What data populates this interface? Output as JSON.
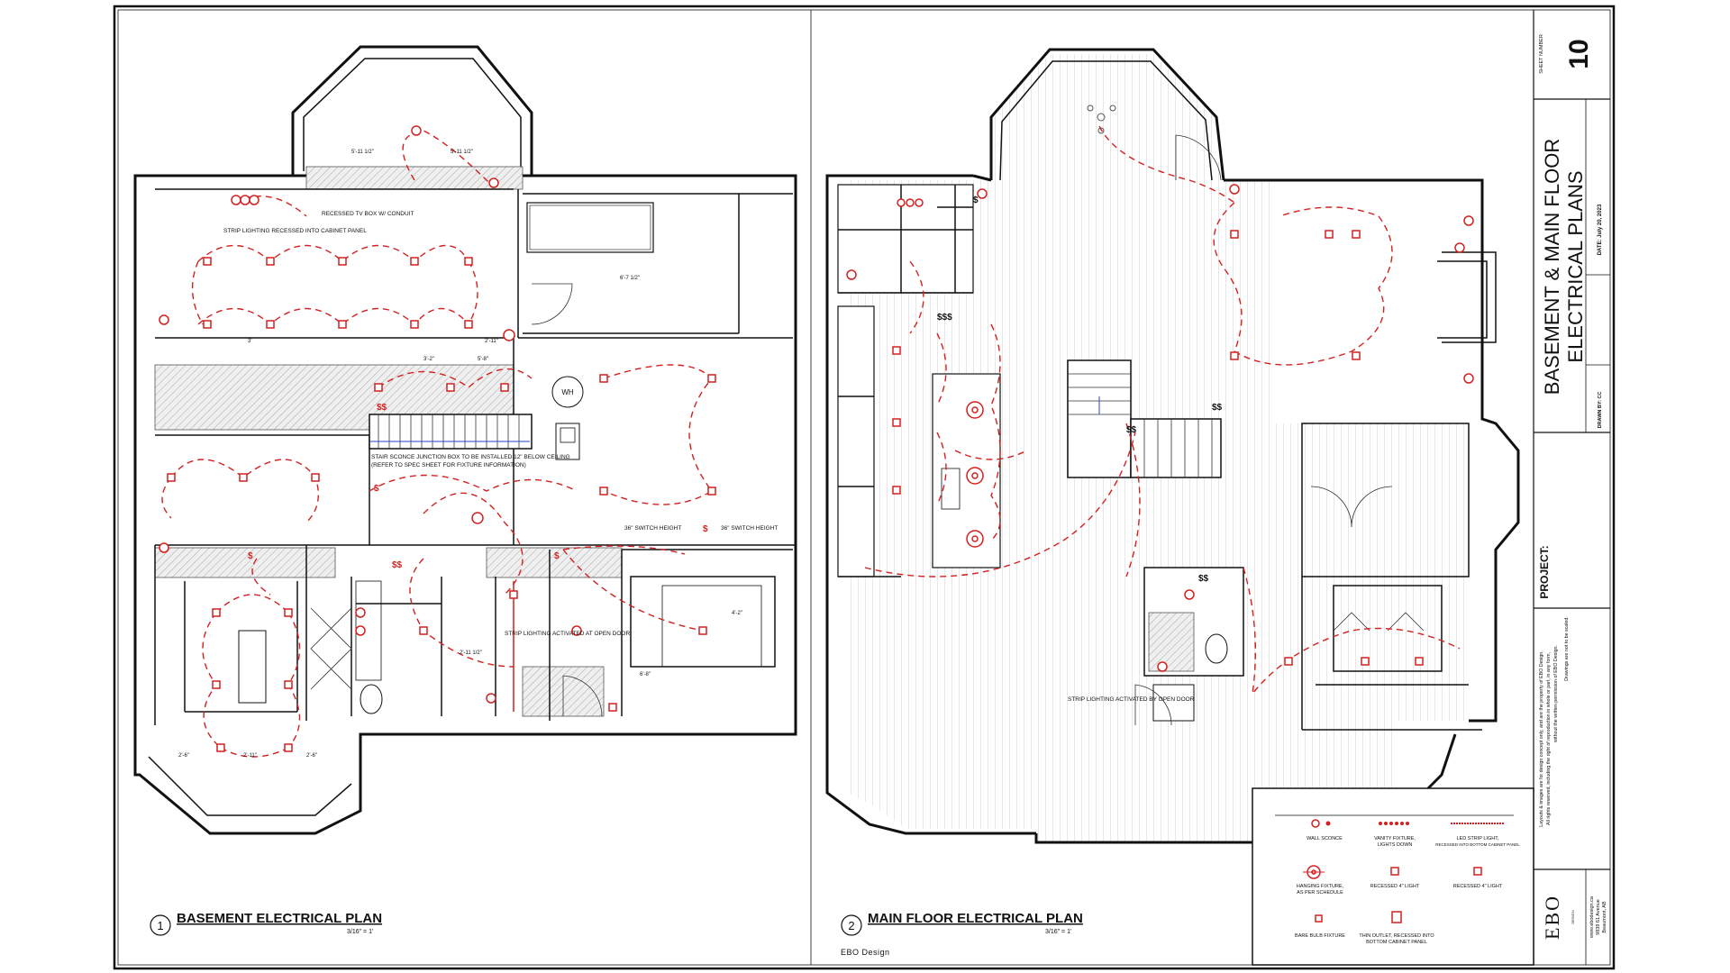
{
  "plans": {
    "basement": {
      "number": "1",
      "title": "BASEMENT ELECTRICAL PLAN",
      "scale": "3/16\" = 1'",
      "notes": {
        "tv_box": "RECESSED TV BOX W/ CONDUIT",
        "strip_cabinet": "STRIP LIGHTING RECESSED INTO CABINET PANEL",
        "stair_sconce": "STAIR SCONCE JUNCTION BOX TO BE INSTALLED 12\" BELOW CEILING",
        "stair_sconce_ref": "(REFER TO SPEC SHEET FOR FIXTURE INFORMATION)",
        "strip_door": "STRIP LIGHTING ACTIVATED AT OPEN DOOR",
        "wh": "WH",
        "switch_height_1": "36\" SWITCH HEIGHT",
        "switch_height_2": "36\" SWITCH HEIGHT"
      },
      "dims": [
        "5'-11 1/2\"",
        "5'-11 1/2\"",
        "6'-7 1/2\"",
        "3'",
        "2'-11\"",
        "3'-2\"",
        "5'-8\"",
        "2'-11 1/2\"",
        "4'-2\"",
        "6'-8\"",
        "2'-6\"",
        "2'-11\"",
        "2'-6\""
      ]
    },
    "main": {
      "number": "2",
      "title": "MAIN FLOOR ELECTRICAL PLAN",
      "scale": "3/16\" = 1'",
      "notes": {
        "strip_door": "STRIP LIGHTING ACTIVATED BY OPEN DOOR"
      }
    }
  },
  "footer": {
    "company": "EBO Design"
  },
  "title_block": {
    "sheet_number_label": "SHEET NUMBER",
    "sheet_number": "10",
    "sheet_title_line1": "BASEMENT & MAIN FLOOR",
    "sheet_title_line2": "ELECTRICAL PLANS",
    "date": "DATE: July 20, 2023",
    "drawn_by": "DRAWN BY: CC",
    "project_label": "PROJECT:",
    "disclaimer1": "Layouts & images are for design concept only, and are the property of EBO Design.",
    "disclaimer2": "All rights reserved, including the right of reproduction in whole or part, in any form,",
    "disclaimer3": "without the written permission of EBO Design.",
    "disclaimer4": "Drawings are not to be scaled.",
    "logo_text": "EBO",
    "logo_sub": "DESIGN",
    "address1": "www.ebodesign.ca",
    "address2": "9839 61 Avenue",
    "address3": "Beaumont, AB"
  },
  "legend": {
    "items": [
      {
        "label1": "WALL SCONCE",
        "label2": ""
      },
      {
        "label1": "VANITY FIXTURE,",
        "label2": "LIGHTS DOWN"
      },
      {
        "label1": "LED STRIP LIGHT,",
        "label2": "RECESSED INTO BOTTOM CABINET PANEL"
      },
      {
        "label1": "HANGING FIXTURE,",
        "label2": "AS PER SCHEDULE"
      },
      {
        "label1": "RECESSED 4\" LIGHT",
        "label2": ""
      },
      {
        "label1": "RECESSED 4\" LIGHT",
        "label2": ""
      },
      {
        "label1": "BARE BULB FIXTURE",
        "label2": ""
      },
      {
        "label1": "THIN OUTLET, RECESSED INTO",
        "label2": "BOTTOM CABINET PANEL"
      }
    ]
  },
  "colors": {
    "accent": "#d42020",
    "line": "#111111"
  }
}
